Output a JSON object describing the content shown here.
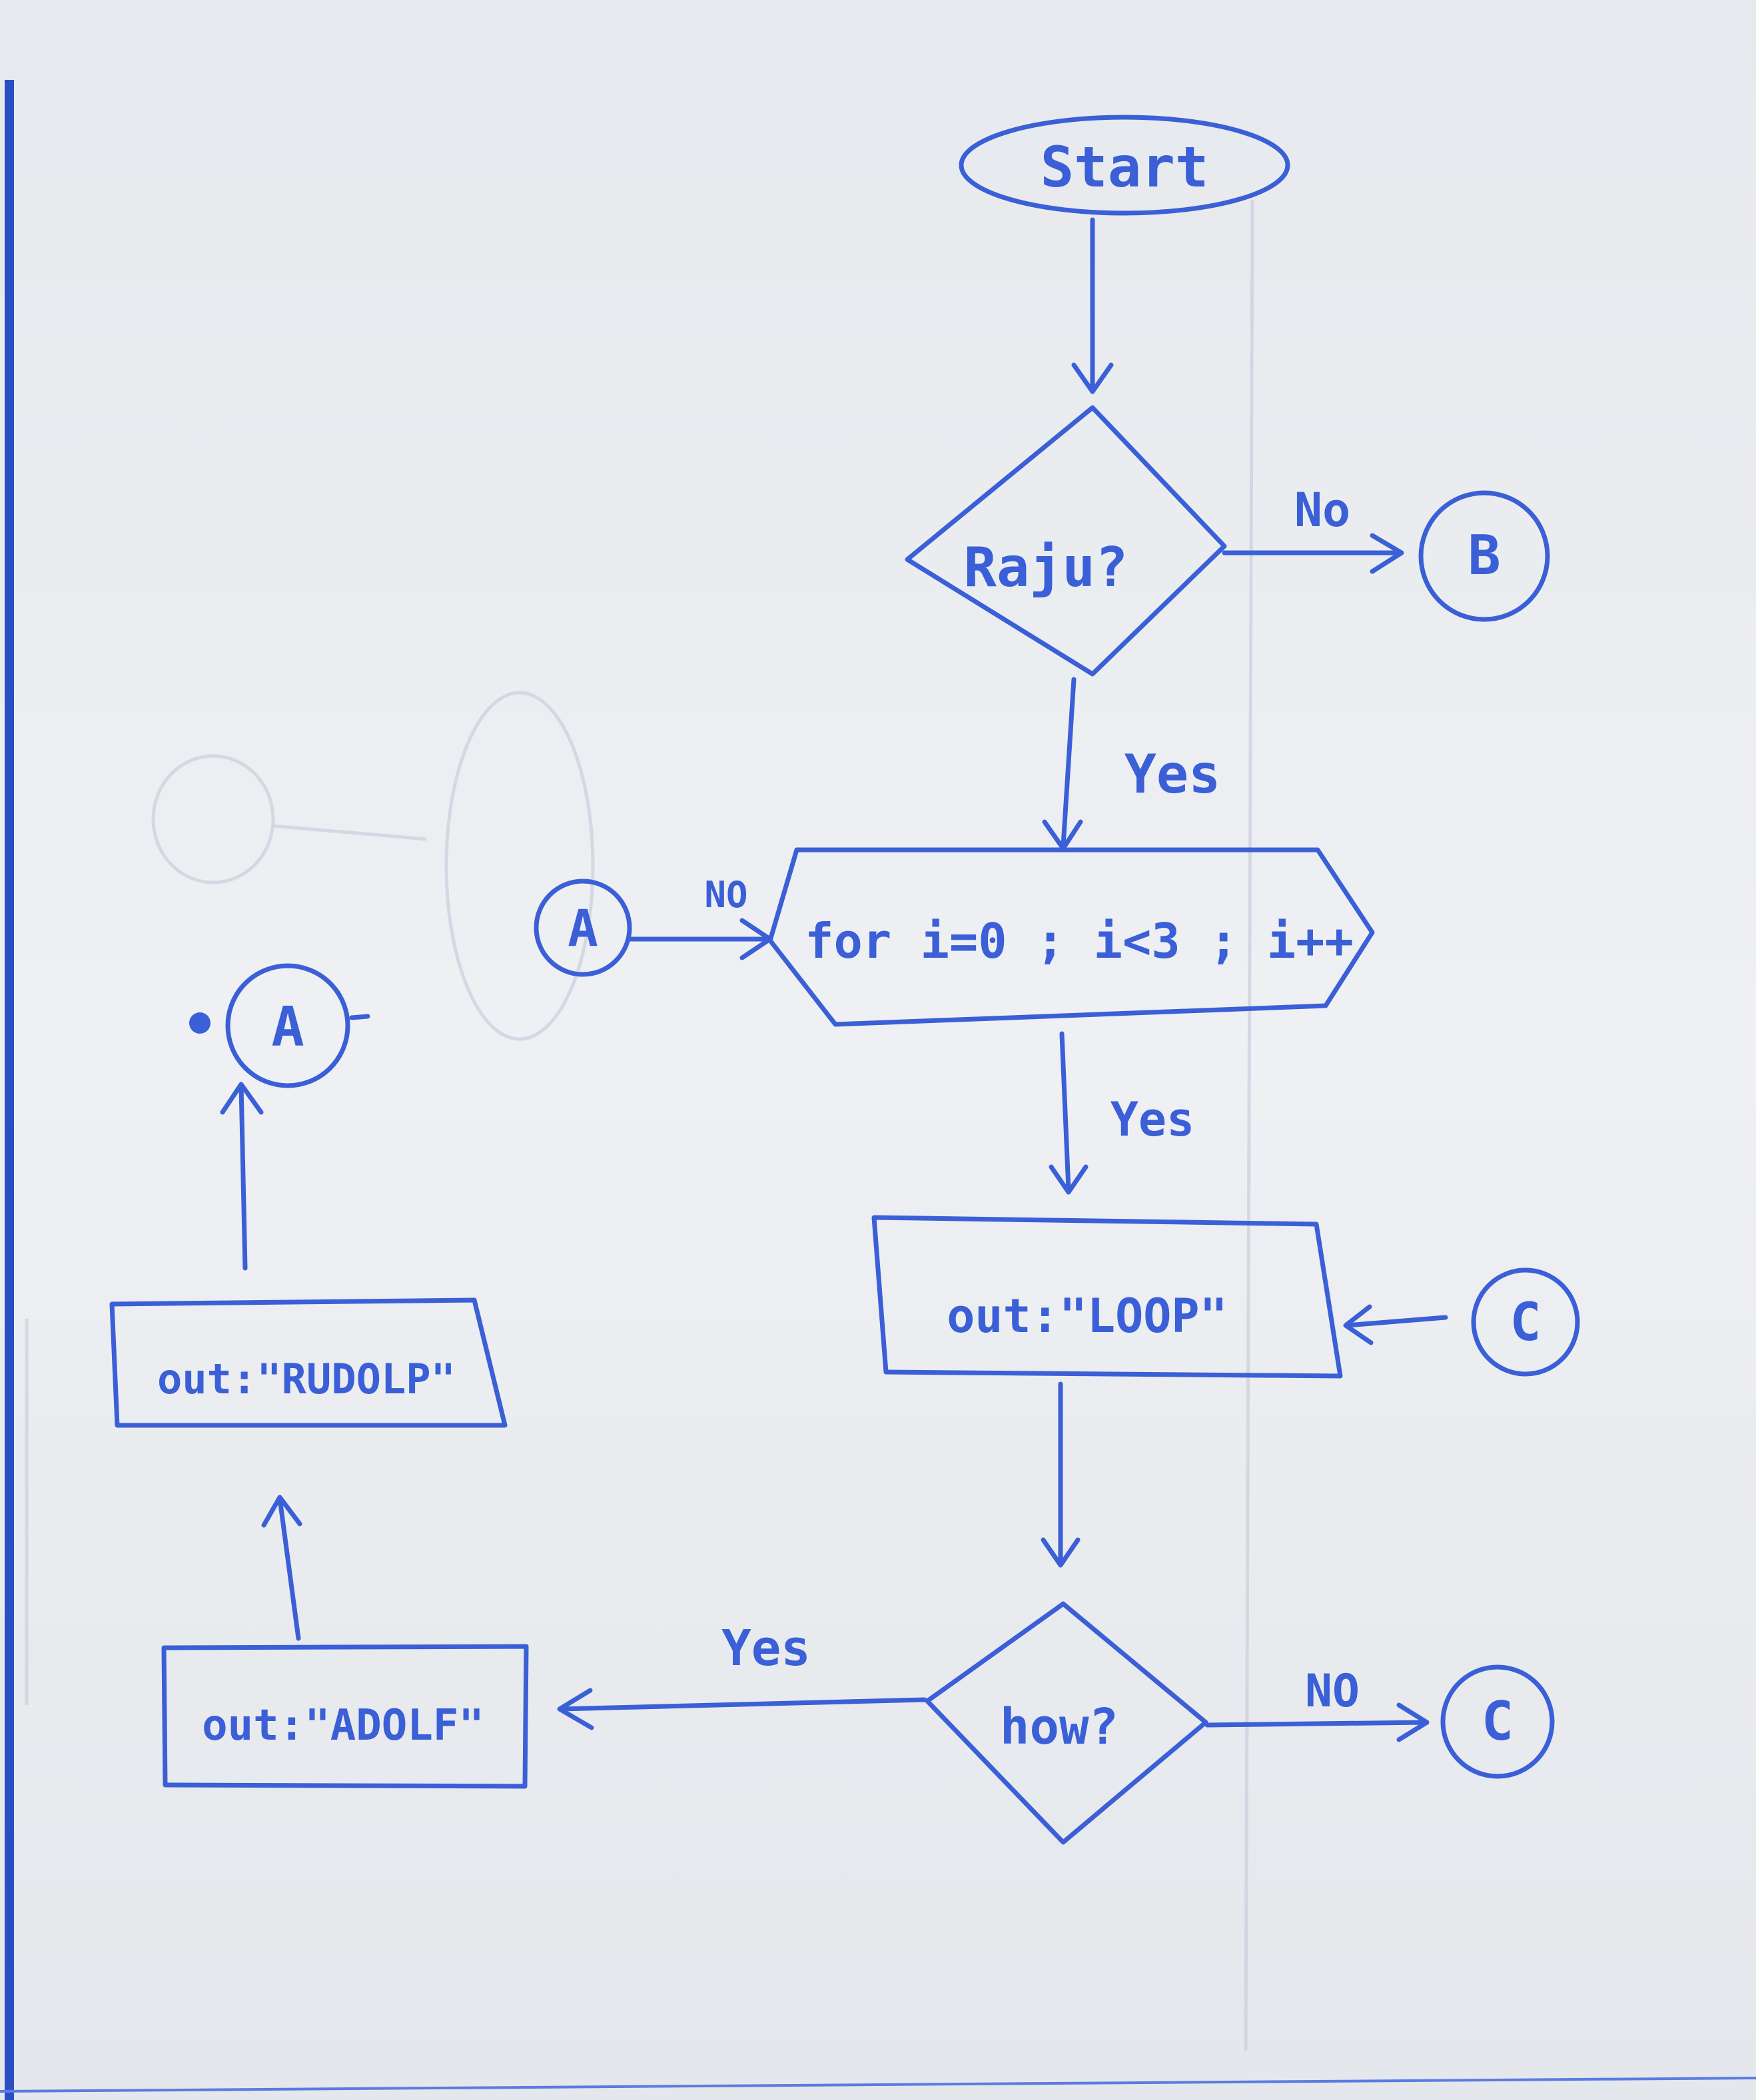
{
  "colors": {
    "ink": "#3a5fd6",
    "paper": "#e9ecf0"
  },
  "nodes": {
    "start": "Start",
    "raju": "Raju?",
    "for_loop": "for i=0 ; i<3 ; i++",
    "loop_out": "out:\"LOOP\"",
    "how": "how?",
    "adolf_out": "out:\"ADOLF\"",
    "rudolp_out": "out:\"RUDOLP\""
  },
  "connectors": {
    "b_right": "B",
    "a_entry": "A",
    "a_top": "A",
    "c_right": "C",
    "c_bottom": "C"
  },
  "edge_labels": {
    "raju_no": "No",
    "raju_yes": "Yes",
    "a_no": "NO",
    "for_yes": "Yes",
    "how_yes": "Yes",
    "how_no": "NO"
  }
}
